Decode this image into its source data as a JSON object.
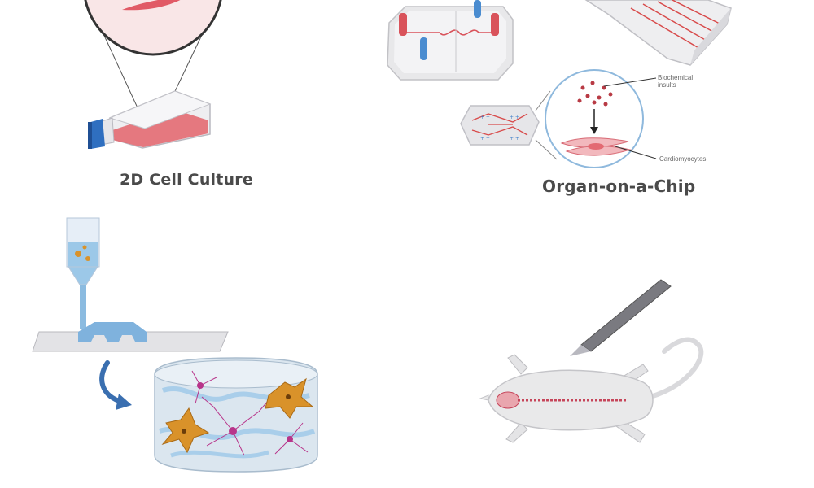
{
  "panels": {
    "cell_culture": {
      "title": "2D Cell Culture"
    },
    "organ_on_chip": {
      "title": "Organ-on-a-Chip",
      "annotation_biochemical_line1": "Biochemical",
      "annotation_biochemical_line2": "insults",
      "annotation_cardiomyocytes": "Cardiomyocytes"
    }
  },
  "colors": {
    "flask_cap": "#2f6fc0",
    "medium_red": "#e36a72",
    "chip_body": "#e8e8ea",
    "channel_red": "#d84a4a",
    "hydrogel_blue": "#9cc8e8",
    "neuron_orange": "#d9922a",
    "neuron_magenta": "#b8348a",
    "mouse_body": "#e9e9ea",
    "spine_red": "#c6455a"
  }
}
